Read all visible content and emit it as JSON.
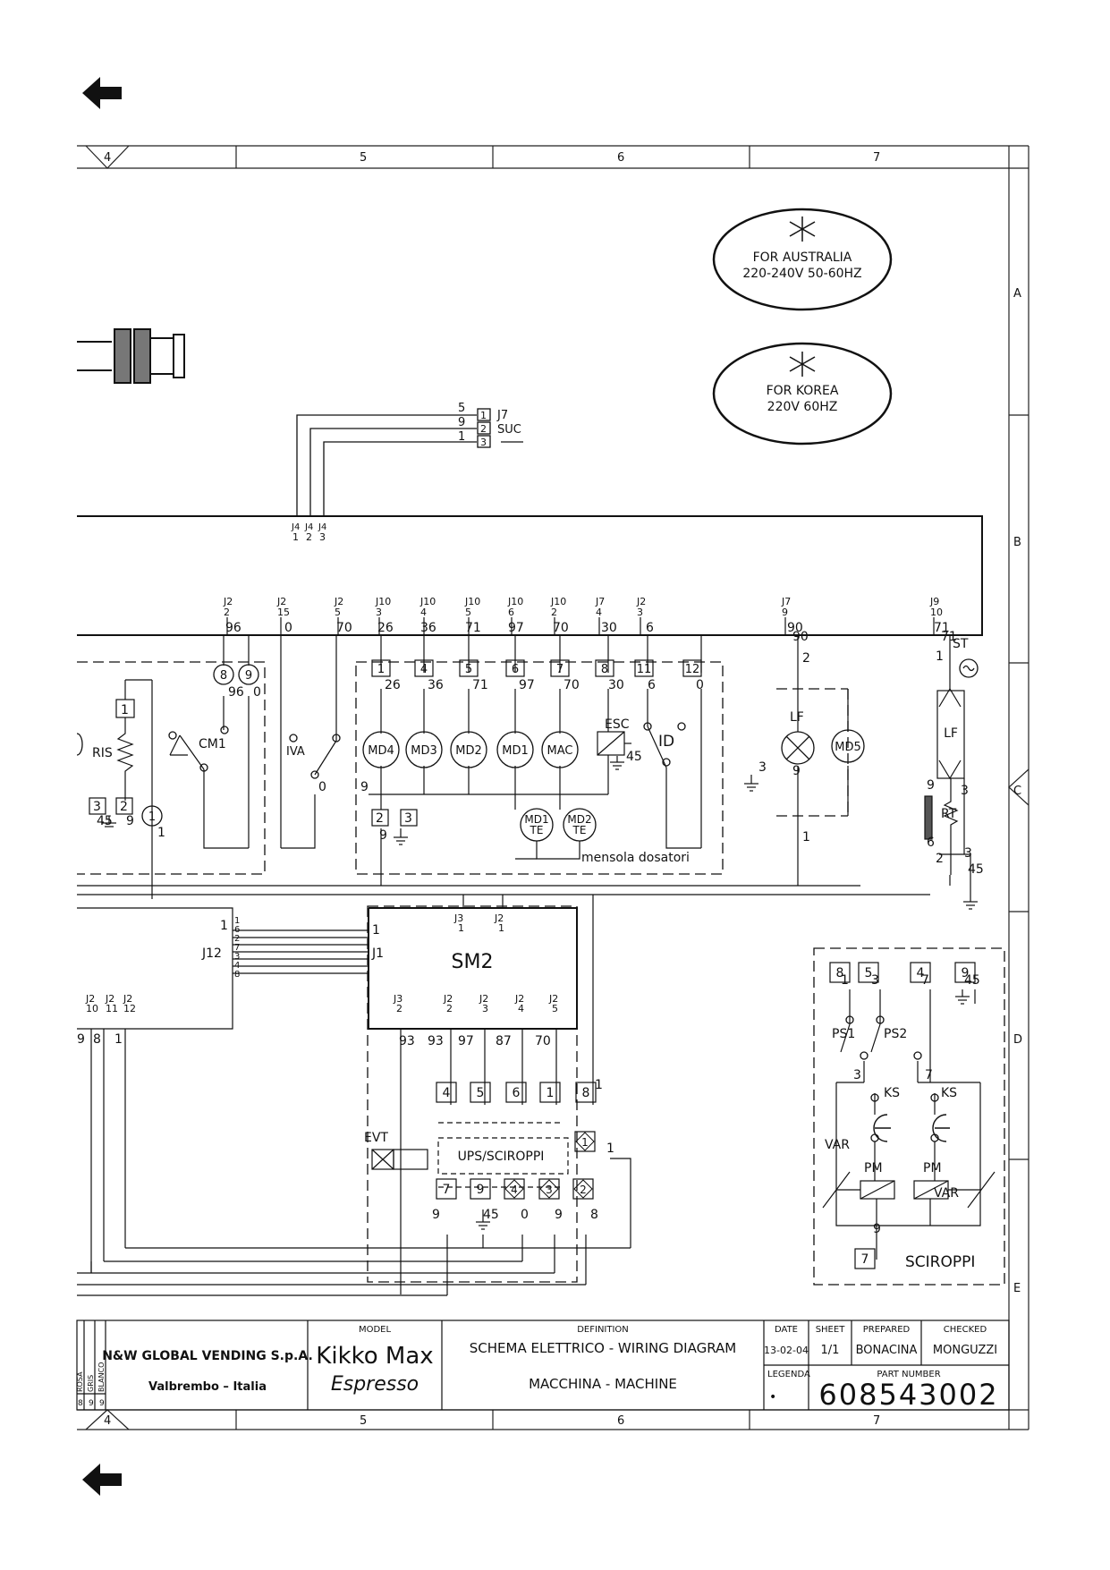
{
  "navigation": {
    "back_top": "back-arrow",
    "back_bottom": "back-arrow"
  },
  "grid": {
    "columns": [
      "4",
      "5",
      "6",
      "7"
    ],
    "rows": [
      "A",
      "B",
      "C",
      "D",
      "E"
    ]
  },
  "notes": {
    "australia_line1": "FOR AUSTRALIA",
    "australia_line2": "220-240V   50-60HZ",
    "korea_line1": "FOR KOREA",
    "korea_line2": "220V   60HZ"
  },
  "connectors": {
    "j7_suc": {
      "name": "J7",
      "sub": "SUC",
      "wires": [
        "5",
        "9",
        "1"
      ],
      "pins": [
        "1",
        "2",
        "3"
      ]
    },
    "j4": [
      "J4",
      "J4",
      "J4"
    ],
    "j4_pins": [
      "1",
      "2",
      "3"
    ]
  },
  "bus_headers": [
    {
      "j": "J2",
      "n": "2"
    },
    {
      "j": "J2",
      "n": "15"
    },
    {
      "j": "J2",
      "n": "5"
    },
    {
      "j": "J10",
      "n": "3"
    },
    {
      "j": "J10",
      "n": "4"
    },
    {
      "j": "J10",
      "n": "5"
    },
    {
      "j": "J10",
      "n": "6"
    },
    {
      "j": "J10",
      "n": "2"
    },
    {
      "j": "J7",
      "n": "4"
    },
    {
      "j": "J2",
      "n": "3"
    },
    {
      "j": "J7",
      "n": "9"
    },
    {
      "j": "J9",
      "n": "10"
    }
  ],
  "bus_wires": [
    "96",
    "0",
    "70",
    "26",
    "36",
    "71",
    "97",
    "70",
    "30",
    "6",
    "90",
    "71"
  ],
  "components": {
    "ris": "RIS",
    "cm1": "CM1",
    "iva": "IVA",
    "esc": "ESC",
    "id": "ID",
    "lf": "LF",
    "md5": "MD5",
    "st": "ST",
    "rt": "RT",
    "motors": [
      "MD4",
      "MD3",
      "MD2",
      "MD1",
      "MAC"
    ],
    "md1te": [
      "MD1",
      "TE"
    ],
    "md2te": [
      "MD2",
      "TE"
    ],
    "mensola": "mensola dosatori",
    "term_boxes": [
      "1",
      "4",
      "5",
      "6",
      "7",
      "8",
      "11",
      "12"
    ],
    "term_wires": [
      "26",
      "36",
      "71",
      "97",
      "70",
      "30",
      "6",
      "0"
    ],
    "wire_labels": {
      "w96": "96",
      "w0": "0",
      "w9": "9",
      "w45": "45",
      "w2": "2",
      "w3": "3",
      "w1": "1",
      "w90": "90",
      "w6": "6",
      "w71": "71"
    }
  },
  "sm2": {
    "title": "SM2",
    "j1": "J1",
    "j12": "J12",
    "top_conn": [
      {
        "j": "J3",
        "n": "1"
      },
      {
        "j": "J2",
        "n": "1"
      }
    ],
    "bottom_conn": [
      {
        "j": "J3",
        "n": "2"
      },
      {
        "j": "J2",
        "n": "2"
      },
      {
        "j": "J2",
        "n": "3"
      },
      {
        "j": "J2",
        "n": "4"
      },
      {
        "j": "J2",
        "n": "5"
      }
    ],
    "bottom_wires": [
      "93",
      "93",
      "97",
      "87",
      "70"
    ],
    "j12_pins": [
      "1",
      "6",
      "2",
      "7",
      "3",
      "4",
      "8"
    ],
    "left_conn": [
      {
        "j": "J2",
        "n": "10"
      },
      {
        "j": "J2",
        "n": "11"
      },
      {
        "j": "J2",
        "n": "12"
      }
    ],
    "left_wires": [
      "9",
      "8",
      "1"
    ]
  },
  "ups": {
    "title": "UPS/SCIROPPI",
    "evt": "EVT",
    "top_boxes": [
      "4",
      "5",
      "6",
      "1",
      "8"
    ],
    "bottom_boxes": [
      "7",
      "9"
    ],
    "diamonds": [
      "4",
      "3",
      "2"
    ],
    "diamond_right": "1",
    "bottom_wires": [
      "9",
      "45",
      "0",
      "9",
      "8"
    ],
    "extra": [
      "1",
      "1"
    ]
  },
  "sciroppi": {
    "title": "SCIROPPI",
    "boxes": [
      "8",
      "5",
      "4",
      "9",
      "7"
    ],
    "labels": {
      "ps1": "PS1",
      "ps2": "PS2",
      "ks": "KS",
      "var": "VAR",
      "pm": "PM"
    },
    "wires": [
      "1",
      "3",
      "7",
      "45",
      "3",
      "7",
      "9"
    ]
  },
  "title_block": {
    "company": "N&W GLOBAL VENDING S.p.A.",
    "location": "Valbrembo – Italia",
    "model_label": "MODEL",
    "model": "Kikko Max",
    "model_sub": "Espresso",
    "definition_label": "DEFINITION",
    "definition_1": "SCHEMA ELETTRICO - WIRING DIAGRAM",
    "definition_2": "MACCHINA - MACHINE",
    "date_label": "DATE",
    "date": "13-02-04",
    "sheet_label": "SHEET",
    "sheet": "1/1",
    "prepared_label": "PREPARED",
    "prepared": "BONACINA",
    "checked_label": "CHECKED",
    "checked": "MONGUZZI",
    "legend_label": "LEGENDA",
    "legend": "•",
    "part_label": "PART NUMBER",
    "part_number": "608543002",
    "color_codes": [
      "ROSA",
      "GRIS",
      "BLANCO",
      "8",
      "9",
      "9"
    ]
  }
}
